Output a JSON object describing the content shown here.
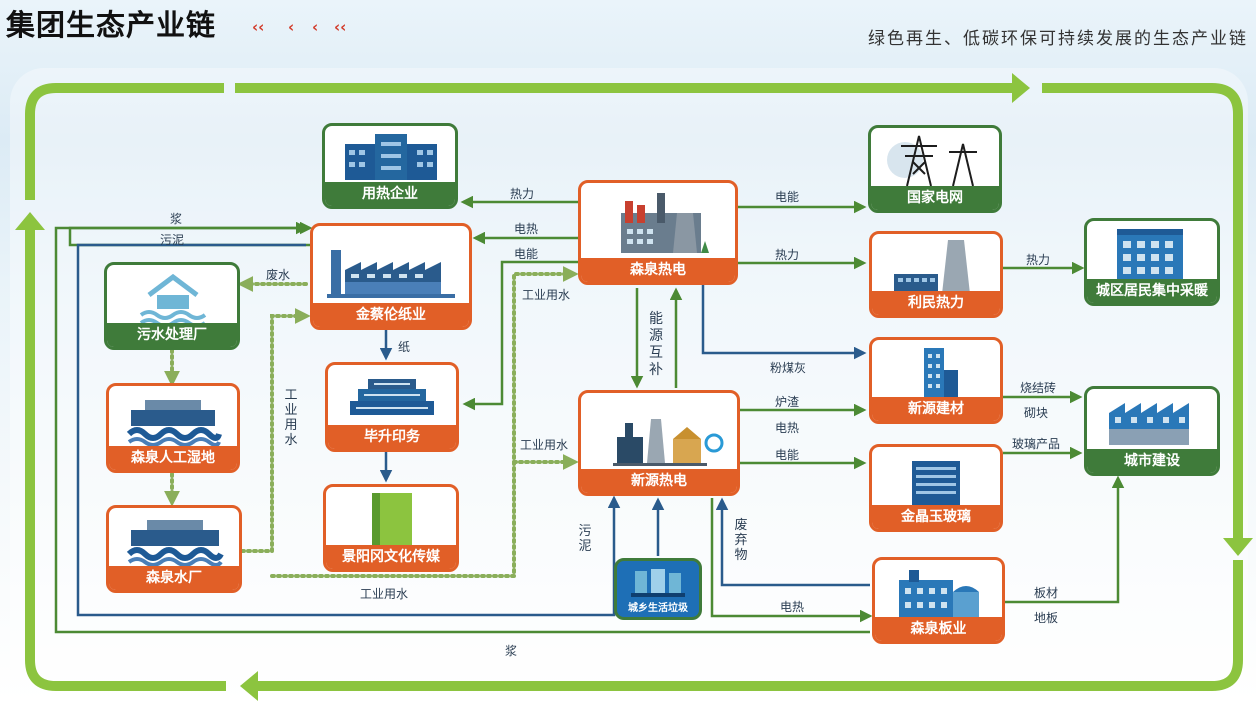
{
  "header": {
    "title": "集团生态产业链",
    "chevrons": [
      "‹‹",
      "‹",
      "‹",
      "‹‹"
    ],
    "subtitle": "绿色再生、低碳环保可持续发展的生态产业链"
  },
  "colors": {
    "orange": "#e15f27",
    "dark_green": "#3f7b3a",
    "light_green": "#8cc43f",
    "blue_line": "#2a5b8c",
    "green_line": "#4c8a34"
  },
  "nodes": {
    "yongre": "用热企业",
    "senquan_re": "森泉热电",
    "guojia": "国家电网",
    "jincailun": "金蔡伦纸业",
    "limin": "利民热力",
    "chengqu": "城区居民集中采暖",
    "wushui": "污水处理厂",
    "bisheng": "毕升印务",
    "xinyuan_jc": "新源建材",
    "chengshi": "城市建设",
    "shidi": "森泉人工湿地",
    "xinyuan_re": "新源热电",
    "jingjingyu": "金晶玉玻璃",
    "jingyang": "景阳冈文化传媒",
    "shuichang": "森泉水厂",
    "laji": "城乡生活垃圾",
    "banye": "森泉板业"
  },
  "labels": {
    "reli1": "热力",
    "dianneng1": "电能",
    "jiang_top": "浆",
    "wuni_top": "污泥",
    "dianre1": "电热",
    "dianneng2": "电能",
    "reli2": "热力",
    "reli3": "热力",
    "feishui": "废水",
    "gongye1": "工业用水",
    "zhi": "纸",
    "nengyuan": "能源互补",
    "gongye2": "工业用水",
    "fenmei": "粉煤灰",
    "luzha": "炉渣",
    "dianre2": "电热",
    "shaojie": "烧结砖",
    "qikuai": "砌块",
    "gongye3": "工业用水",
    "dianneng3": "电能",
    "boli": "玻璃产品",
    "wuni_v": "污泥",
    "feiqi": "废弃物",
    "gongye4": "工业用水",
    "dianre3": "电热",
    "bancai": "板材",
    "diban": "地板",
    "jiang_bottom": "浆"
  }
}
